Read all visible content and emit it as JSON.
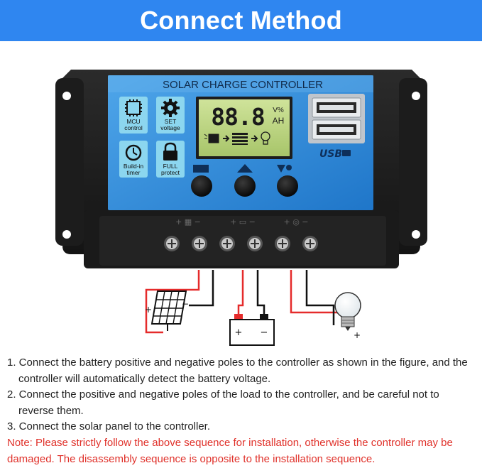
{
  "banner": {
    "title": "Connect Method",
    "color": "#2f86f0"
  },
  "controller": {
    "title": "SOLAR CHARGE CONTROLLER",
    "features": [
      {
        "line1": "MCU",
        "line2": "control",
        "icon": "chip-icon"
      },
      {
        "line1": "SET",
        "line2": "voltage",
        "icon": "gear-icon"
      },
      {
        "line1": "Build-in",
        "line2": "timer",
        "icon": "clock-icon"
      },
      {
        "line1": "FULL",
        "line2": "protect",
        "icon": "lock-icon"
      }
    ],
    "lcd": {
      "digits": "88.8",
      "unit_top": "V%",
      "unit_bottom": "AH"
    },
    "usb_label": "USB",
    "buttons": [
      "menu-button",
      "up-button",
      "down-button"
    ],
    "terminal_groups": [
      "solar panel",
      "battery",
      "load"
    ]
  },
  "wiring": {
    "positive_color": "#e52b2b",
    "negative_color": "#111111"
  },
  "instructions": {
    "step1_a": "1. Connect the battery positive and negative poles to the controller as shown in the figure, and the",
    "step1_b": "controller will automatically detect the battery voltage.",
    "step2_a": "2. Connect the positive and negative poles of the load to the controller, and be careful not to",
    "step2_b": "reverse them.",
    "step3": "3. Connect the solar panel to the controller.",
    "note_a": "Note: Please strictly follow the above sequence for installation, otherwise the controller may be",
    "note_b": "damaged. The disassembly sequence is opposite to the installation sequence.",
    "note_color": "#e0312a"
  }
}
